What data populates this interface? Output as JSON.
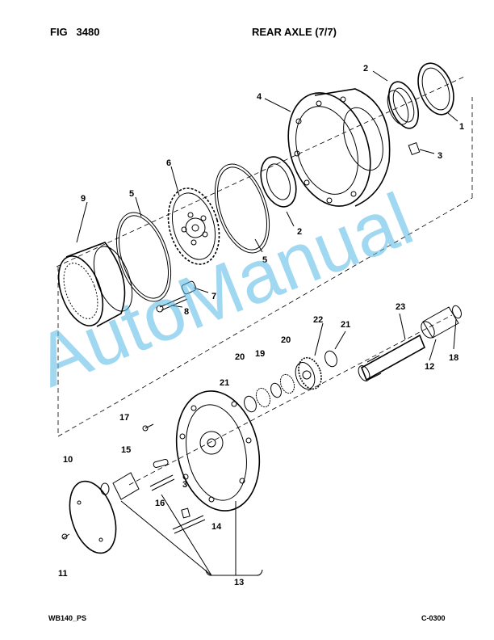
{
  "header": {
    "fig_label": "FIG",
    "fig_number": "3480",
    "title": "REAR AXLE (7/7)"
  },
  "footer": {
    "model": "WB140_PS",
    "code": "C-0300"
  },
  "watermark": {
    "text": "AutoManual",
    "color": "#54b8e6"
  },
  "callouts": [
    "1",
    "2",
    "2",
    "3",
    "3",
    "4",
    "5",
    "5",
    "6",
    "7",
    "8",
    "9",
    "10",
    "11",
    "12",
    "13",
    "14",
    "15",
    "16",
    "17",
    "18",
    "19",
    "20",
    "20",
    "21",
    "21",
    "22",
    "23"
  ]
}
